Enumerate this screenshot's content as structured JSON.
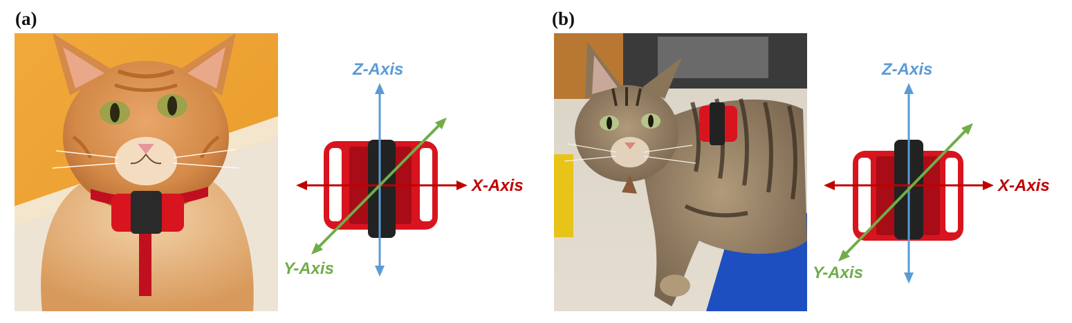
{
  "panels": [
    {
      "label": "(a)",
      "photo_icon": "orange-cat-wearing-collar-sensor",
      "axes": {
        "z": "Z-Axis",
        "x": "X-Axis",
        "y": "Y-Axis"
      }
    },
    {
      "label": "(b)",
      "photo_icon": "tabby-cat-wearing-collar-sensor",
      "axes": {
        "z": "Z-Axis",
        "x": "X-Axis",
        "y": "Y-Axis"
      }
    }
  ],
  "colors": {
    "z_axis": "#5b9bd5",
    "x_axis": "#c00000",
    "y_axis": "#70ad47",
    "device_red": "#d8141e",
    "device_band": "#222222"
  }
}
